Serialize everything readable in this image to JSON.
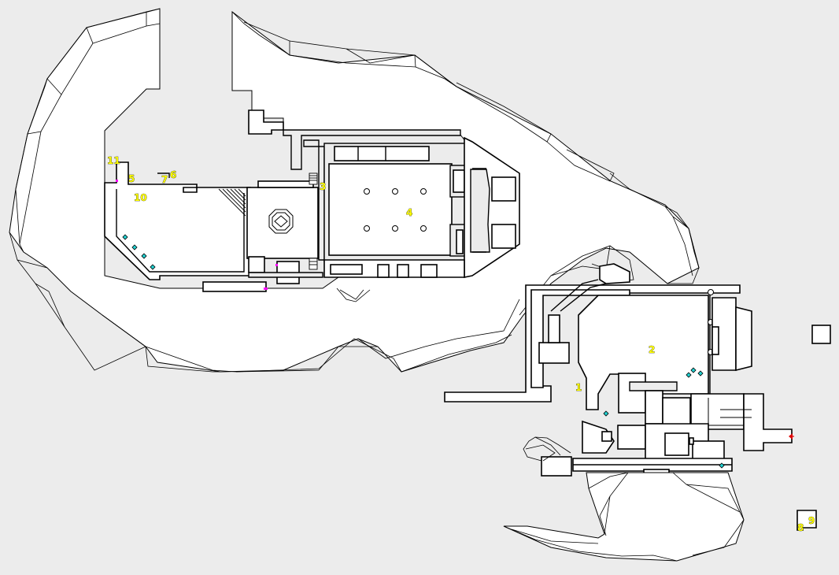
{
  "map": {
    "title": "Level overview map",
    "background_color": "#ececec",
    "floor_color": "#ffffff",
    "wall_color": "#000000",
    "label_color": "#ffff00",
    "item_color": "#22d3d3",
    "marker_color": "#ff00ff",
    "player_color": "#e00000"
  },
  "waypoints": [
    {
      "id": "1",
      "label": "1"
    },
    {
      "id": "2",
      "label": "2"
    },
    {
      "id": "3",
      "label": "3"
    },
    {
      "id": "4",
      "label": "4"
    },
    {
      "id": "5",
      "label": "5"
    },
    {
      "id": "6",
      "label": "6"
    },
    {
      "id": "7",
      "label": "7"
    },
    {
      "id": "8",
      "label": "8"
    },
    {
      "id": "9",
      "label": "9"
    },
    {
      "id": "10",
      "label": "10"
    },
    {
      "id": "11",
      "label": "11"
    }
  ],
  "legend": {
    "item_icon": "diamond-icon",
    "player_icon": "arrow-left-icon",
    "door_icon": "door-marker-icon"
  }
}
